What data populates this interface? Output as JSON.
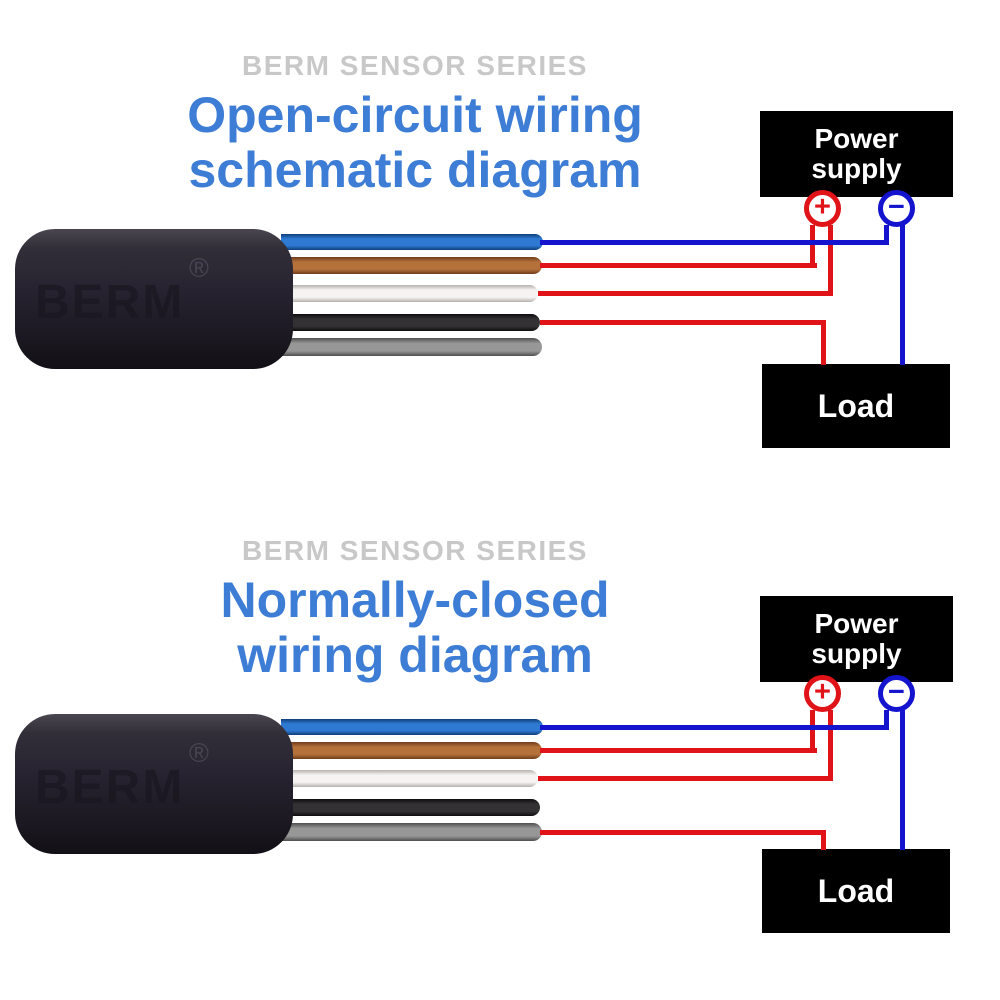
{
  "colors": {
    "title-blue": "#3e7dd6",
    "series-gray": "#c8c8c8",
    "wire-red": "#e01318",
    "wire-blue": "#1414cf",
    "box-black": "#000000",
    "box-text": "#ffffff"
  },
  "brand": {
    "watermark": "BERM",
    "registered_mark": "®"
  },
  "diagrams": [
    {
      "series_label": "BERM SENSOR SERIES",
      "title_line1": "Open-circuit wiring",
      "title_line2": "schematic diagram",
      "power_supply": {
        "line1": "Power",
        "line2": "supply"
      },
      "positive_symbol": "+",
      "negative_symbol": "−",
      "load_label": "Load",
      "wires": [
        {
          "color_name": "blue",
          "color_hex": "#2e79d2",
          "line_color": "#1414cf",
          "connects_to": "negative-terminal"
        },
        {
          "color_name": "brown",
          "color_hex": "#b5713a",
          "line_color": "#e01318",
          "connects_to": "positive-terminal"
        },
        {
          "color_name": "white",
          "color_hex": "#f6f4f2",
          "line_color": "#e01318",
          "connects_to": "positive-terminal"
        },
        {
          "color_name": "black",
          "color_hex": "#343134",
          "line_color": "#e01318",
          "connects_to": "load"
        },
        {
          "color_name": "gray",
          "color_hex": "#979797",
          "line_color": null,
          "connects_to": null
        }
      ]
    },
    {
      "series_label": "BERM SENSOR SERIES",
      "title_line1": "Normally-closed",
      "title_line2": "wiring diagram",
      "power_supply": {
        "line1": "Power",
        "line2": "supply"
      },
      "positive_symbol": "+",
      "negative_symbol": "−",
      "load_label": "Load",
      "wires": [
        {
          "color_name": "blue",
          "color_hex": "#2e79d2",
          "line_color": "#1414cf",
          "connects_to": "negative-terminal"
        },
        {
          "color_name": "brown",
          "color_hex": "#b5713a",
          "line_color": "#e01318",
          "connects_to": "positive-terminal"
        },
        {
          "color_name": "white",
          "color_hex": "#f6f4f2",
          "line_color": "#e01318",
          "connects_to": "positive-terminal"
        },
        {
          "color_name": "black",
          "color_hex": "#343134",
          "line_color": null,
          "connects_to": null
        },
        {
          "color_name": "gray",
          "color_hex": "#979797",
          "line_color": "#e01318",
          "connects_to": "load"
        }
      ]
    }
  ]
}
